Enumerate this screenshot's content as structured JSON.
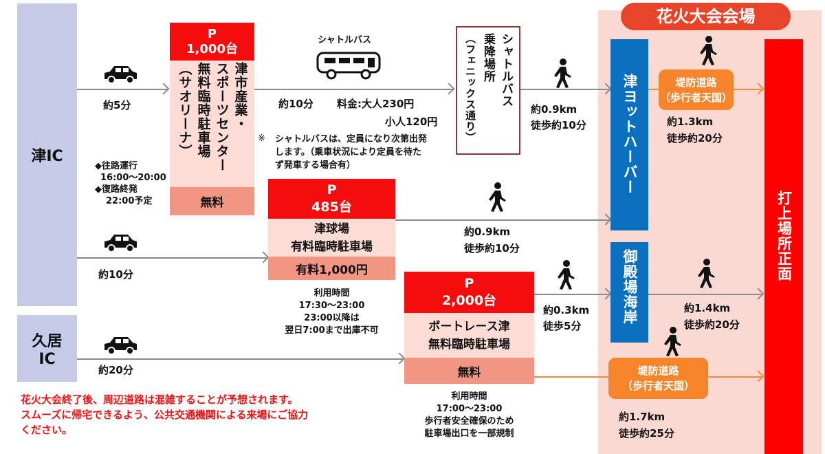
{
  "origins": {
    "tsu_ic": "津IC",
    "hisai_ic": "久居IC"
  },
  "routes": {
    "r1_time": "約5分",
    "r2_time": "約10分",
    "r3_time": "約20分",
    "notes": [
      "◆往路運行",
      "16:00～20:00",
      "◆復路終発",
      "22:00予定"
    ]
  },
  "parking1": {
    "p": "P",
    "capacity": "1,000台",
    "name": [
      "津市産業・",
      "スポーツセンター",
      "無料臨時駐車場",
      "（サオリーナ）"
    ],
    "fee": "無料"
  },
  "shuttle": {
    "label": "シャトルバス",
    "time": "約10分",
    "fare_adult": "料金:大人230円",
    "fare_child": "小人120円",
    "note": [
      "※",
      "シャトルバスは、定員になり次第出発",
      "します。（乗車状況により定員を待た",
      "ず発車する場合有）"
    ],
    "stop": [
      "シャトルバス",
      "乗降場所",
      "（フェニックス通り）"
    ]
  },
  "walk1": {
    "dist": "約0.9km",
    "time": "徒歩約10分"
  },
  "parking2": {
    "p": "P",
    "capacity": "485台",
    "name": [
      "津球場",
      "有料臨時駐車場"
    ],
    "fee": "有料1,000円",
    "hours": [
      "利用時間",
      "17:30～23:00",
      "23:00以降は",
      "翌日7:00まで出庫不可"
    ]
  },
  "walk2": {
    "dist": "約0.9km",
    "time": "徒歩約10分"
  },
  "parking3": {
    "p": "P",
    "capacity": "2,000台",
    "name": [
      "ボートレース津",
      "無料臨時駐車場"
    ],
    "fee": "無料",
    "hours": [
      "利用時間",
      "17:00～23:00",
      "歩行者安全確保のため",
      "駐車場出口を一部規制"
    ]
  },
  "walk3": {
    "dist": "約0.3km",
    "time": "徒歩5分"
  },
  "venue": {
    "title": "花火大会会場",
    "yacht": "津ヨットハーバー",
    "gotenba": "御殿場海岸",
    "launch": "打上場所正面",
    "levee": [
      "堤防道路",
      "（歩行者天国）"
    ],
    "w_yacht": {
      "dist": "約1.3km",
      "time": "徒歩約20分"
    },
    "w_gotenba": {
      "dist": "約1.4km",
      "time": "徒歩約20分"
    },
    "w_levee": {
      "dist": "約1.7km",
      "time": "徒歩約25分"
    }
  },
  "warning": [
    "花火大会終了後、周辺道路は混雑することが予想されます。",
    "スムーズに帰宅できるよう、公共交通機関による来場にご協力",
    "ください。"
  ],
  "colors": {
    "red": "#f50d0d",
    "blue": "#0b6fbf",
    "orange": "#f5842a",
    "venue_bg": "#fbd9d3",
    "ic_bg": "#c6cbe8"
  }
}
